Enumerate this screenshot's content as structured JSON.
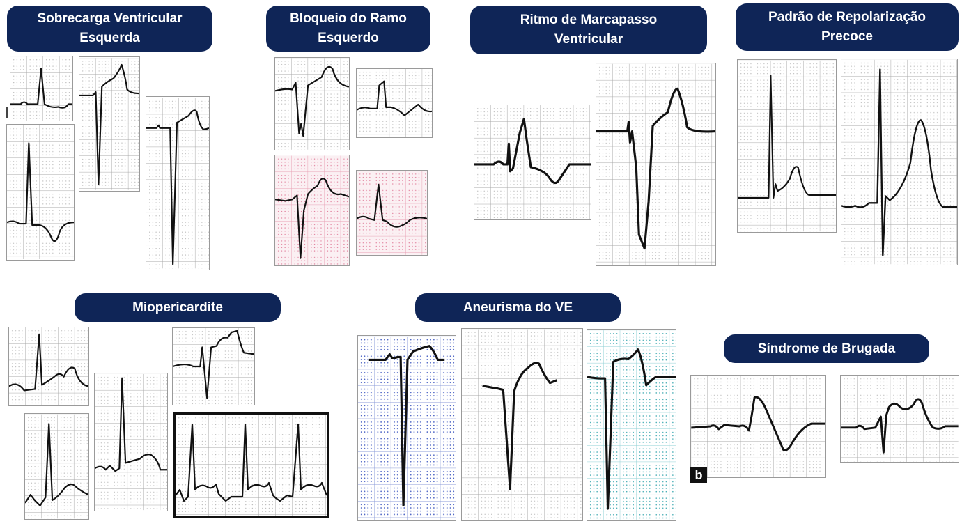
{
  "titles": {
    "svei_line1": "Sobrecarga Ventricular",
    "svei_line2": "Esquerda",
    "bre_line1": "Bloqueio do Ramo",
    "bre_line2": "Esquerdo",
    "marcapasso_line1": "Ritmo de Marcapasso",
    "marcapasso_line2": "Ventricular",
    "repol_line1": "Padrão de Repolarização",
    "repol_line2": "Precoce",
    "miopericardite": "Miopericardite",
    "aneurisma": "Aneurisma do VE",
    "brugada": "Síndrome de Brugada"
  },
  "panel_label_b": "b",
  "colors": {
    "pill_background": "#0f2557",
    "pill_text": "#ffffff",
    "trace": "#111111",
    "grid_gray": "#b5b5b5",
    "grid_pink": "#e8a0b4",
    "grid_blue": "#5a6fc8",
    "grid_teal": "#40b0b8"
  }
}
